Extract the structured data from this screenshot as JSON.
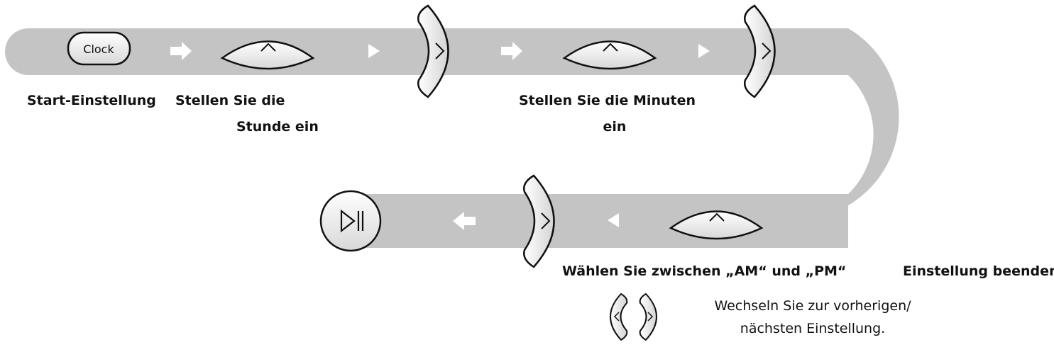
{
  "clock_button": {
    "label": "Clock"
  },
  "labels": {
    "start": "Start-Einstellung",
    "hour_line1": "Stellen Sie die",
    "hour_line2": "Stunde ein",
    "minute_line1": "Stellen Sie die Minuten",
    "minute_line2": "ein",
    "ampm": "Wählen Sie zwischen „AM“ und „PM“",
    "finish": "Einstellung beenden"
  },
  "legend": {
    "line1": "Wechseln Sie zur vorherigen/",
    "line2": "nächsten Einstellung."
  },
  "colors": {
    "band": "#c4c4c4",
    "button_fill": "#eeeeee",
    "outline": "#111111",
    "arrow": "#ffffff"
  }
}
